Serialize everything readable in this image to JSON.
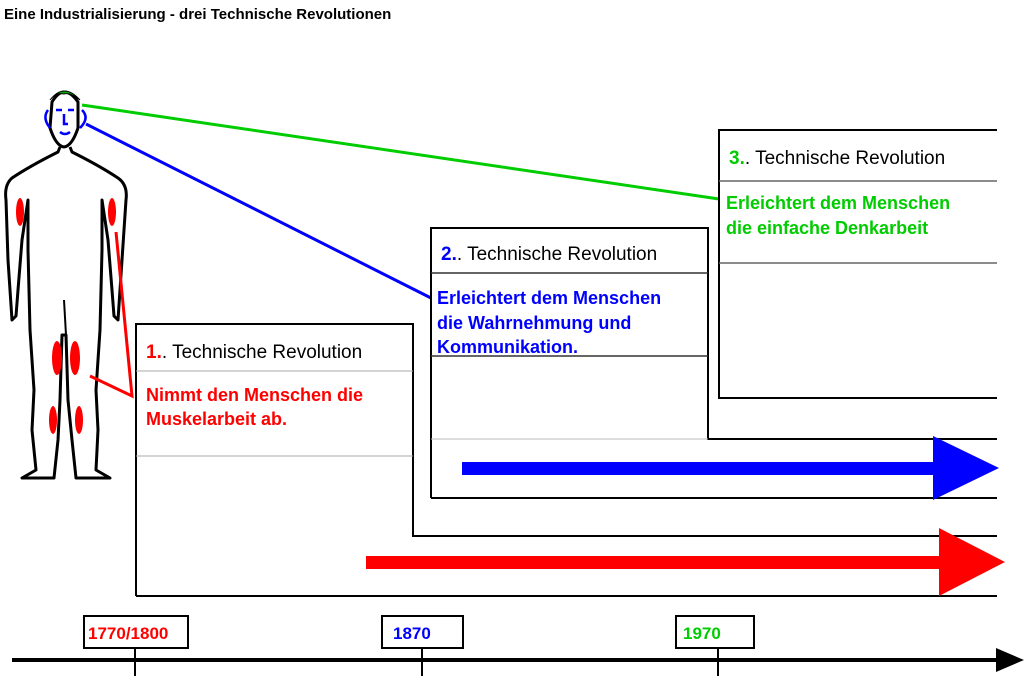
{
  "title": "Eine Industrialisierung - drei Technische Revolutionen",
  "colors": {
    "first": "#ff0000",
    "second": "#0000ff",
    "third": "#00cc00",
    "line": "#000000",
    "divider": "#999999"
  },
  "revolutions": [
    {
      "number": "1.",
      "heading": ". Technische Revolution",
      "desc_line1": "Nimmt den Menschen die",
      "desc_line2": "Muskelarbeit ab.",
      "year": "1770/1800"
    },
    {
      "number": "2.",
      "heading": ". Technische Revolution",
      "desc_line1": "Erleichtert dem Menschen",
      "desc_line2": "die Wahrnehmung und",
      "desc_line3": "Kommunikation.",
      "year": "1870"
    },
    {
      "number": "3.",
      "heading": ". Technische Revolution",
      "desc_line1": "Erleichtert dem Menschen",
      "desc_line2": "die einfache Denkarbeit",
      "year": "1970"
    }
  ]
}
